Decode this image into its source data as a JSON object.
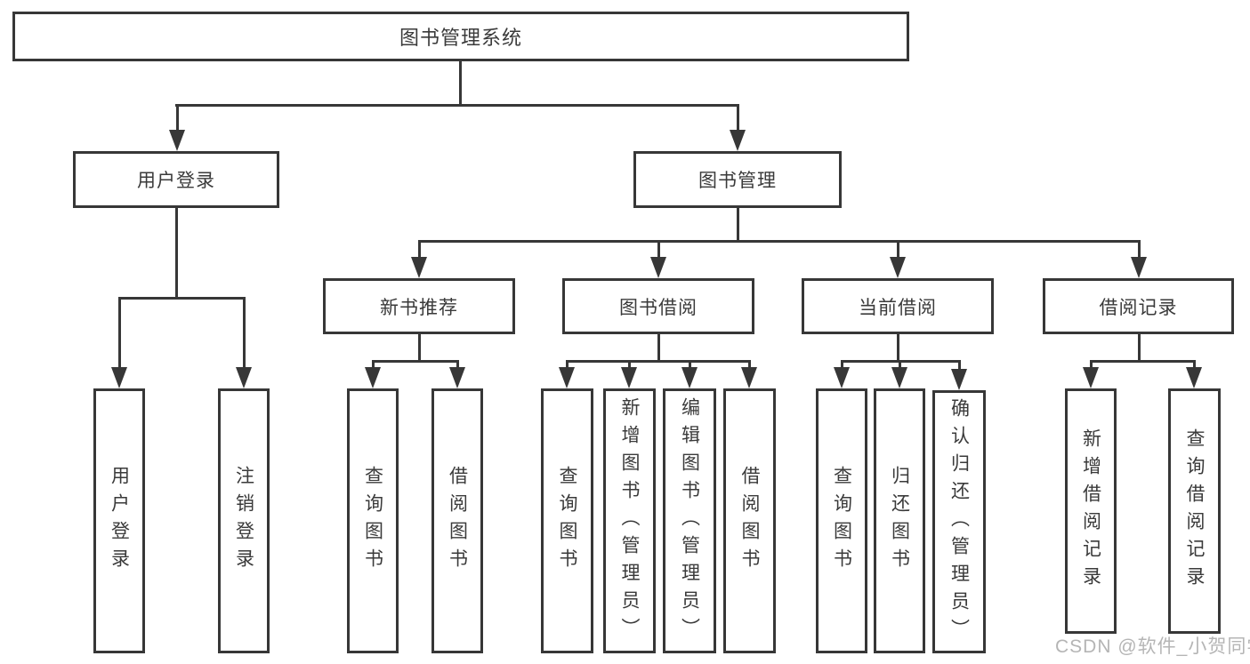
{
  "diagram": {
    "root": {
      "label": "图书管理系统"
    },
    "branches": [
      {
        "label": "用户登录",
        "children": [
          {
            "label": "用户登录"
          },
          {
            "label": "注销登录"
          }
        ]
      },
      {
        "label": "图书管理",
        "sections": [
          {
            "label": "新书推荐",
            "children": [
              {
                "label": "查询图书"
              },
              {
                "label": "借阅图书"
              }
            ]
          },
          {
            "label": "图书借阅",
            "children": [
              {
                "label": "查询图书"
              },
              {
                "label": "新增图书（管理员）"
              },
              {
                "label": "编辑图书（管理员）"
              },
              {
                "label": "借阅图书"
              }
            ]
          },
          {
            "label": "当前借阅",
            "children": [
              {
                "label": "查询图书"
              },
              {
                "label": "归还图书"
              },
              {
                "label": "确认归还（管理员）"
              }
            ]
          },
          {
            "label": "借阅记录",
            "children": [
              {
                "label": "新增借阅记录"
              },
              {
                "label": "查询借阅记录"
              }
            ]
          }
        ]
      }
    ]
  },
  "watermark": {
    "text": "CSDN @软件_小贺同学"
  },
  "colors": {
    "line": "#373737",
    "box_border": "#373737",
    "text": "#3a3a3a",
    "background": "#ffffff",
    "watermark": "#b5b5b5"
  }
}
